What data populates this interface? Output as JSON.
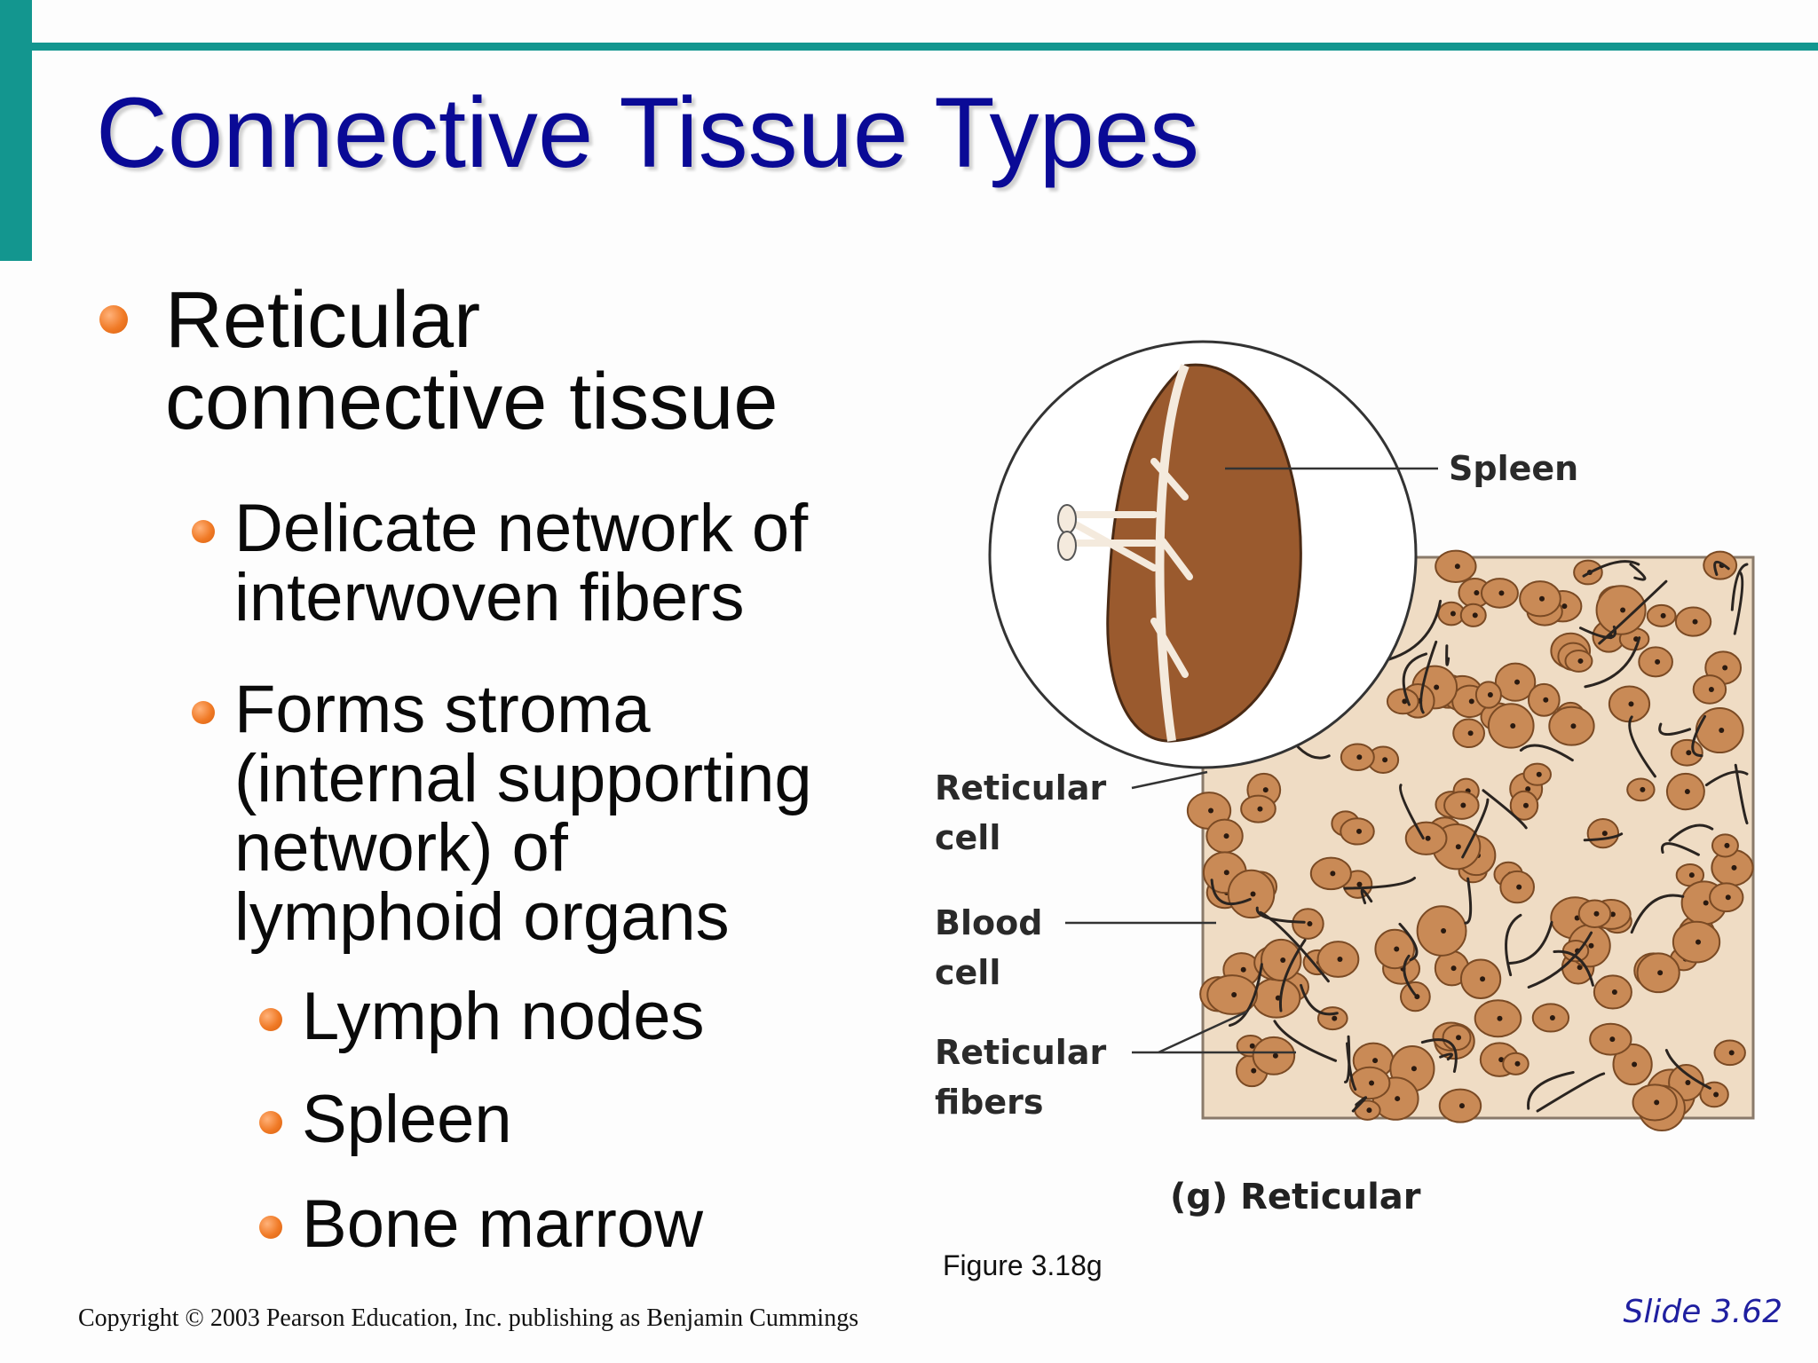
{
  "slide": {
    "title": "Connective Tissue Types",
    "bullets": {
      "level1": [
        "Reticular",
        "connective tissue"
      ],
      "sub1": [
        "Delicate network of",
        "interwoven fibers"
      ],
      "sub2": [
        "Forms stroma",
        "(internal supporting",
        "network) of",
        "lymphoid organs"
      ],
      "subsub": [
        "Lymph nodes",
        "Spleen",
        "Bone marrow"
      ]
    },
    "figure": {
      "labels": {
        "spleen": "Spleen",
        "reticular_cell": [
          "Reticular",
          "cell"
        ],
        "blood_cell": [
          "Blood",
          "cell"
        ],
        "reticular_fibers": [
          "Reticular",
          "fibers"
        ]
      },
      "caption": "(g) Reticular",
      "figure_ref": "Figure 3.18g"
    },
    "footer": {
      "copyright": "Copyright © 2003 Pearson Education, Inc. publishing as Benjamin Cummings",
      "slide_number": "Slide 3.62"
    },
    "colors": {
      "accent": "#13968f",
      "title": "#0a0a96",
      "bullet": "#f07a26",
      "tissue_bg": "#efdcc4",
      "cell_fill": "#c98a56",
      "spleen_fill": "#9a5a2e"
    }
  }
}
